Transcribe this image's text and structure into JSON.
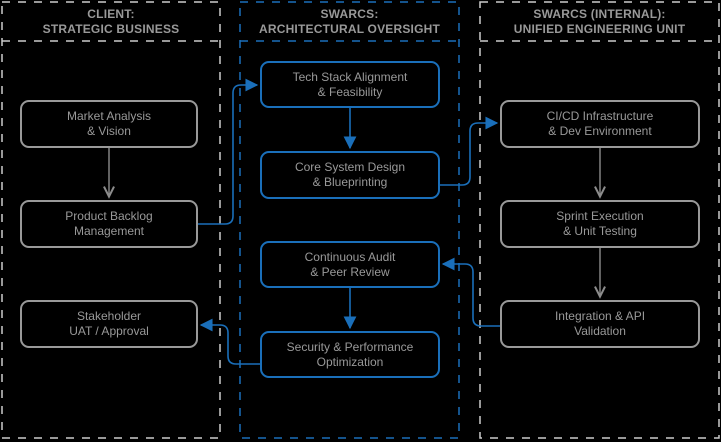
{
  "colors": {
    "background": "#000000",
    "lane_border_gray": "#cccccc",
    "lane_border_blue": "#1a6fba",
    "node_border_gray": "#999999",
    "node_border_blue": "#1a6fba",
    "text": "#999999",
    "arrow_gray": "#8c8c8c",
    "arrow_blue": "#1a6fba"
  },
  "lanes": {
    "client": {
      "title_line1": "CLIENT:",
      "title_line2": "STRATEGIC BUSINESS"
    },
    "swarcs": {
      "title_line1": "SWARCS:",
      "title_line2": "ARCHITECTURAL OVERSIGHT"
    },
    "internal": {
      "title_line1": "SWARCS (INTERNAL):",
      "title_line2": "UNIFIED ENGINEERING UNIT"
    }
  },
  "nodes": {
    "market": {
      "line1": "Market Analysis",
      "line2": "& Vision"
    },
    "backlog": {
      "line1": "Product Backlog",
      "line2": "Management"
    },
    "stakeholder": {
      "line1": "Stakeholder",
      "line2": "UAT / Approval"
    },
    "techstack": {
      "line1": "Tech Stack Alignment",
      "line2": "& Feasibility"
    },
    "coredesign": {
      "line1": "Core System Design",
      "line2": "& Blueprinting"
    },
    "audit": {
      "line1": "Continuous Audit",
      "line2": "& Peer Review"
    },
    "security": {
      "line1": "Security & Performance",
      "line2": "Optimization"
    },
    "cicd": {
      "line1": "CI/CD Infrastructure",
      "line2": "& Dev Environment"
    },
    "sprint": {
      "line1": "Sprint Execution",
      "line2": "& Unit Testing"
    },
    "integration": {
      "line1": "Integration & API",
      "line2": "Validation"
    }
  }
}
